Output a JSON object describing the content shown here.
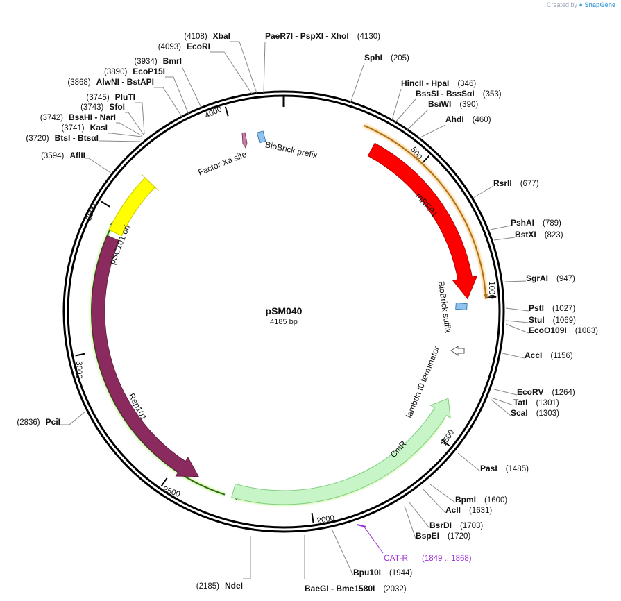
{
  "header": {
    "created_by": "Created by",
    "brand": "SnapGene"
  },
  "plasmid": {
    "name": "pSM040",
    "length_label": "4185 bp",
    "length": 4185
  },
  "ticks": [
    {
      "label": "500",
      "pos": 500
    },
    {
      "label": "1000",
      "pos": 1000
    },
    {
      "label": "1500",
      "pos": 1500
    },
    {
      "label": "2000",
      "pos": 2000
    },
    {
      "label": "2500",
      "pos": 2500
    },
    {
      "label": "3000",
      "pos": 3000
    },
    {
      "label": "3500",
      "pos": 3500
    },
    {
      "label": "4000",
      "pos": 4000
    }
  ],
  "sites": [
    {
      "name": "XbaI",
      "pos_label": "(4108)",
      "side": "left"
    },
    {
      "name": "EcoRI",
      "pos_label": "(4093)",
      "side": "left"
    },
    {
      "name": "BmrI",
      "pos_label": "(3934)",
      "side": "left"
    },
    {
      "name": "EcoP15I",
      "pos_label": "(3890)",
      "side": "left"
    },
    {
      "name": "AlwNI  -  BstAPI",
      "pos_label": "(3868)",
      "side": "left"
    },
    {
      "name": "PluTI",
      "pos_label": "(3745)",
      "side": "left"
    },
    {
      "name": "SfoI",
      "pos_label": "(3743)",
      "side": "left"
    },
    {
      "name": "BsaHI  -  NarI",
      "pos_label": "(3742)",
      "side": "left"
    },
    {
      "name": "KasI",
      "pos_label": "(3741)",
      "side": "left"
    },
    {
      "name": "BtsI  -  BtsαI",
      "pos_label": "(3720)",
      "side": "left"
    },
    {
      "name": "AflII",
      "pos_label": "(3594)",
      "side": "left"
    },
    {
      "name": "PciI",
      "pos_label": "(2836)",
      "side": "left"
    },
    {
      "name": "NdeI",
      "pos_label": "(2185)",
      "side": "left"
    },
    {
      "name": "PaeR7I  -  PspXI  -  XhoI",
      "pos_label": "(4130)",
      "side": "right"
    },
    {
      "name": "SphI",
      "pos_label": "(205)",
      "side": "right"
    },
    {
      "name": "HincII  -  HpaI",
      "pos_label": "(346)",
      "side": "right"
    },
    {
      "name": "BssSI  -  BssSαI",
      "pos_label": "(353)",
      "side": "right"
    },
    {
      "name": "BsiWI",
      "pos_label": "(390)",
      "side": "right"
    },
    {
      "name": "AhdI",
      "pos_label": "(460)",
      "side": "right"
    },
    {
      "name": "RsrII",
      "pos_label": "(677)",
      "side": "right"
    },
    {
      "name": "PshAI",
      "pos_label": "(789)",
      "side": "right"
    },
    {
      "name": "BstXI",
      "pos_label": "(823)",
      "side": "right"
    },
    {
      "name": "SgrAI",
      "pos_label": "(947)",
      "side": "right"
    },
    {
      "name": "PstI",
      "pos_label": "(1027)",
      "side": "right"
    },
    {
      "name": "StuI",
      "pos_label": "(1069)",
      "side": "right"
    },
    {
      "name": "EcoO109I",
      "pos_label": "(1083)",
      "side": "right"
    },
    {
      "name": "AccI",
      "pos_label": "(1156)",
      "side": "right"
    },
    {
      "name": "EcoRV",
      "pos_label": "(1264)",
      "side": "right"
    },
    {
      "name": "TatI",
      "pos_label": "(1301)",
      "side": "right"
    },
    {
      "name": "ScaI",
      "pos_label": "(1303)",
      "side": "right"
    },
    {
      "name": "PasI",
      "pos_label": "(1485)",
      "side": "right"
    },
    {
      "name": "BpmI",
      "pos_label": "(1600)",
      "side": "right"
    },
    {
      "name": "AclI",
      "pos_label": "(1631)",
      "side": "right"
    },
    {
      "name": "BsrDI",
      "pos_label": "(1703)",
      "side": "right"
    },
    {
      "name": "BspEI",
      "pos_label": "(1720)",
      "side": "right"
    },
    {
      "name": "Bpu10I",
      "pos_label": "(1944)",
      "side": "right"
    },
    {
      "name": "BaeGI  -  Bme1580I",
      "pos_label": "(2032)",
      "side": "right"
    }
  ],
  "primer": {
    "name": "CAT-R",
    "range_label": "(1849 .. 1868)",
    "color": "#9b30d9"
  },
  "features": [
    {
      "name": "mRFP1",
      "color": "#ff0000",
      "label_color": "#ffffff"
    },
    {
      "name": "Rep101",
      "color": "#8b2a5e",
      "label_color": "#ffffff"
    },
    {
      "name": "CmR",
      "color": "#c8f5c8",
      "label_color": "#111111"
    },
    {
      "name": "pSC101 ori",
      "color": "#ffff00",
      "label_color": "#111111"
    },
    {
      "name": "BioBrick prefix",
      "color": "#8ec3f0",
      "label_color": "#111111"
    },
    {
      "name": "BioBrick suffix",
      "color": "#8ec3f0",
      "label_color": "#111111"
    },
    {
      "name": "Factor Xa site",
      "color": "#c77fa6",
      "label_color": "#111111"
    },
    {
      "name": "lambda t0 terminator",
      "color": "#ffffff",
      "label_color": "#111111"
    }
  ]
}
